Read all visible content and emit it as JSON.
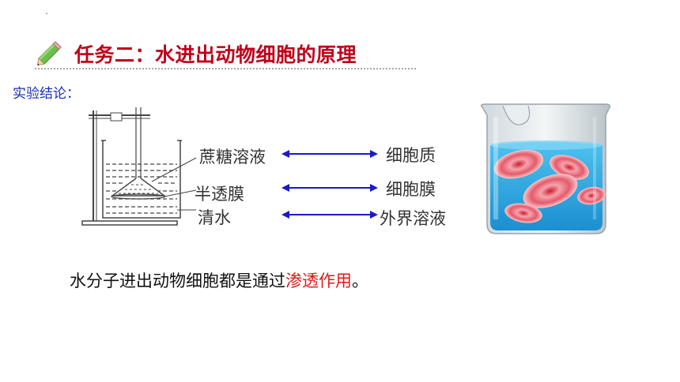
{
  "header": {
    "title": "任务二：水进出动物细胞的原理",
    "pencil_color": "#6cc04a"
  },
  "section": {
    "subtitle": "实验结论："
  },
  "diagram": {
    "left_labels": [
      "蔗糖溶液",
      "半透膜",
      "清水"
    ],
    "right_labels": [
      "细胞质",
      "细胞膜",
      "外界溶液"
    ],
    "arrow_color": "#1a1ac8"
  },
  "conclusion": {
    "prefix": "水分子进出动物细胞都是通过",
    "highlight": "渗透作用",
    "suffix": "。",
    "highlight_color": "#e01a1a"
  },
  "colors": {
    "title": "#c0001a",
    "subtitle": "#1a2fb5",
    "water": "#2ea8e0"
  }
}
